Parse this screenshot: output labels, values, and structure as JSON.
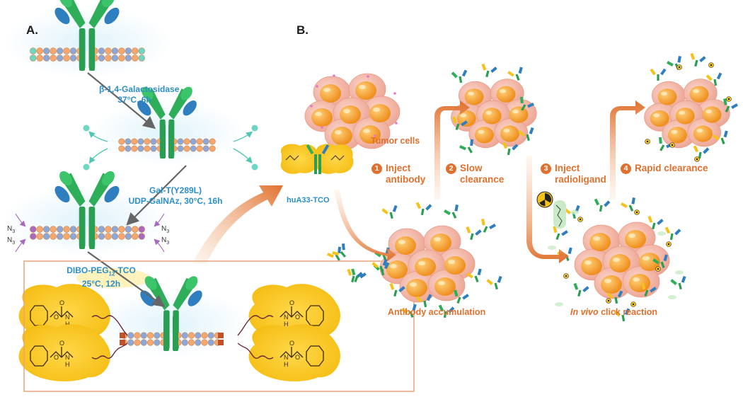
{
  "panels": {
    "a_label": "A.",
    "b_label": "B."
  },
  "panel_a": {
    "step1_enzyme": "β-1,4-Galactosidase",
    "step1_conditions": "37°C, 6h",
    "step2_enzyme": "Gal-T(Y289L)",
    "step2_conditions": "UDP-GalNAz, 30°C, 16h",
    "step3_reagent": "DIBO-PEG",
    "step3_reagent_sub": "12",
    "step3_reagent_suffix": "-TCO",
    "step3_conditions": "25°C, 12h",
    "azide": "N",
    "azide_sub": "3",
    "carbamate_n": "N",
    "carbamate_h": "H",
    "oxygen": "O"
  },
  "panel_b": {
    "tumor_cells": "Tumor cells",
    "conjugate_label": "huA33-TCO",
    "steps": [
      {
        "num": "1",
        "line1": "Inject",
        "line2": "antibody"
      },
      {
        "num": "2",
        "line1": "Slow",
        "line2": "clearance"
      },
      {
        "num": "3",
        "line1": "Inject",
        "line2": "radioligand"
      },
      {
        "num": "4",
        "line1": "Rapid clearance",
        "line2": ""
      }
    ],
    "antibody_accumulation": "Antibody accumulation",
    "in_vivo_italic": "In vivo",
    "click_reaction": " click reaction"
  },
  "colors": {
    "orange": "#e0702e",
    "blue_text": "#2a8fc9",
    "antibody_green": "#2fae5a",
    "antibody_blue": "#2f7fc0",
    "glycan_orange": "#f4a76e",
    "glycan_blue": "#8aa8dc",
    "glycan_teal": "#6fd6c4",
    "azide_purple": "#a86bc0",
    "tco_yellow": "#f5c21b",
    "tumor_pink": "#f3b8ad",
    "tumor_nucleus": "#f39a2b"
  }
}
